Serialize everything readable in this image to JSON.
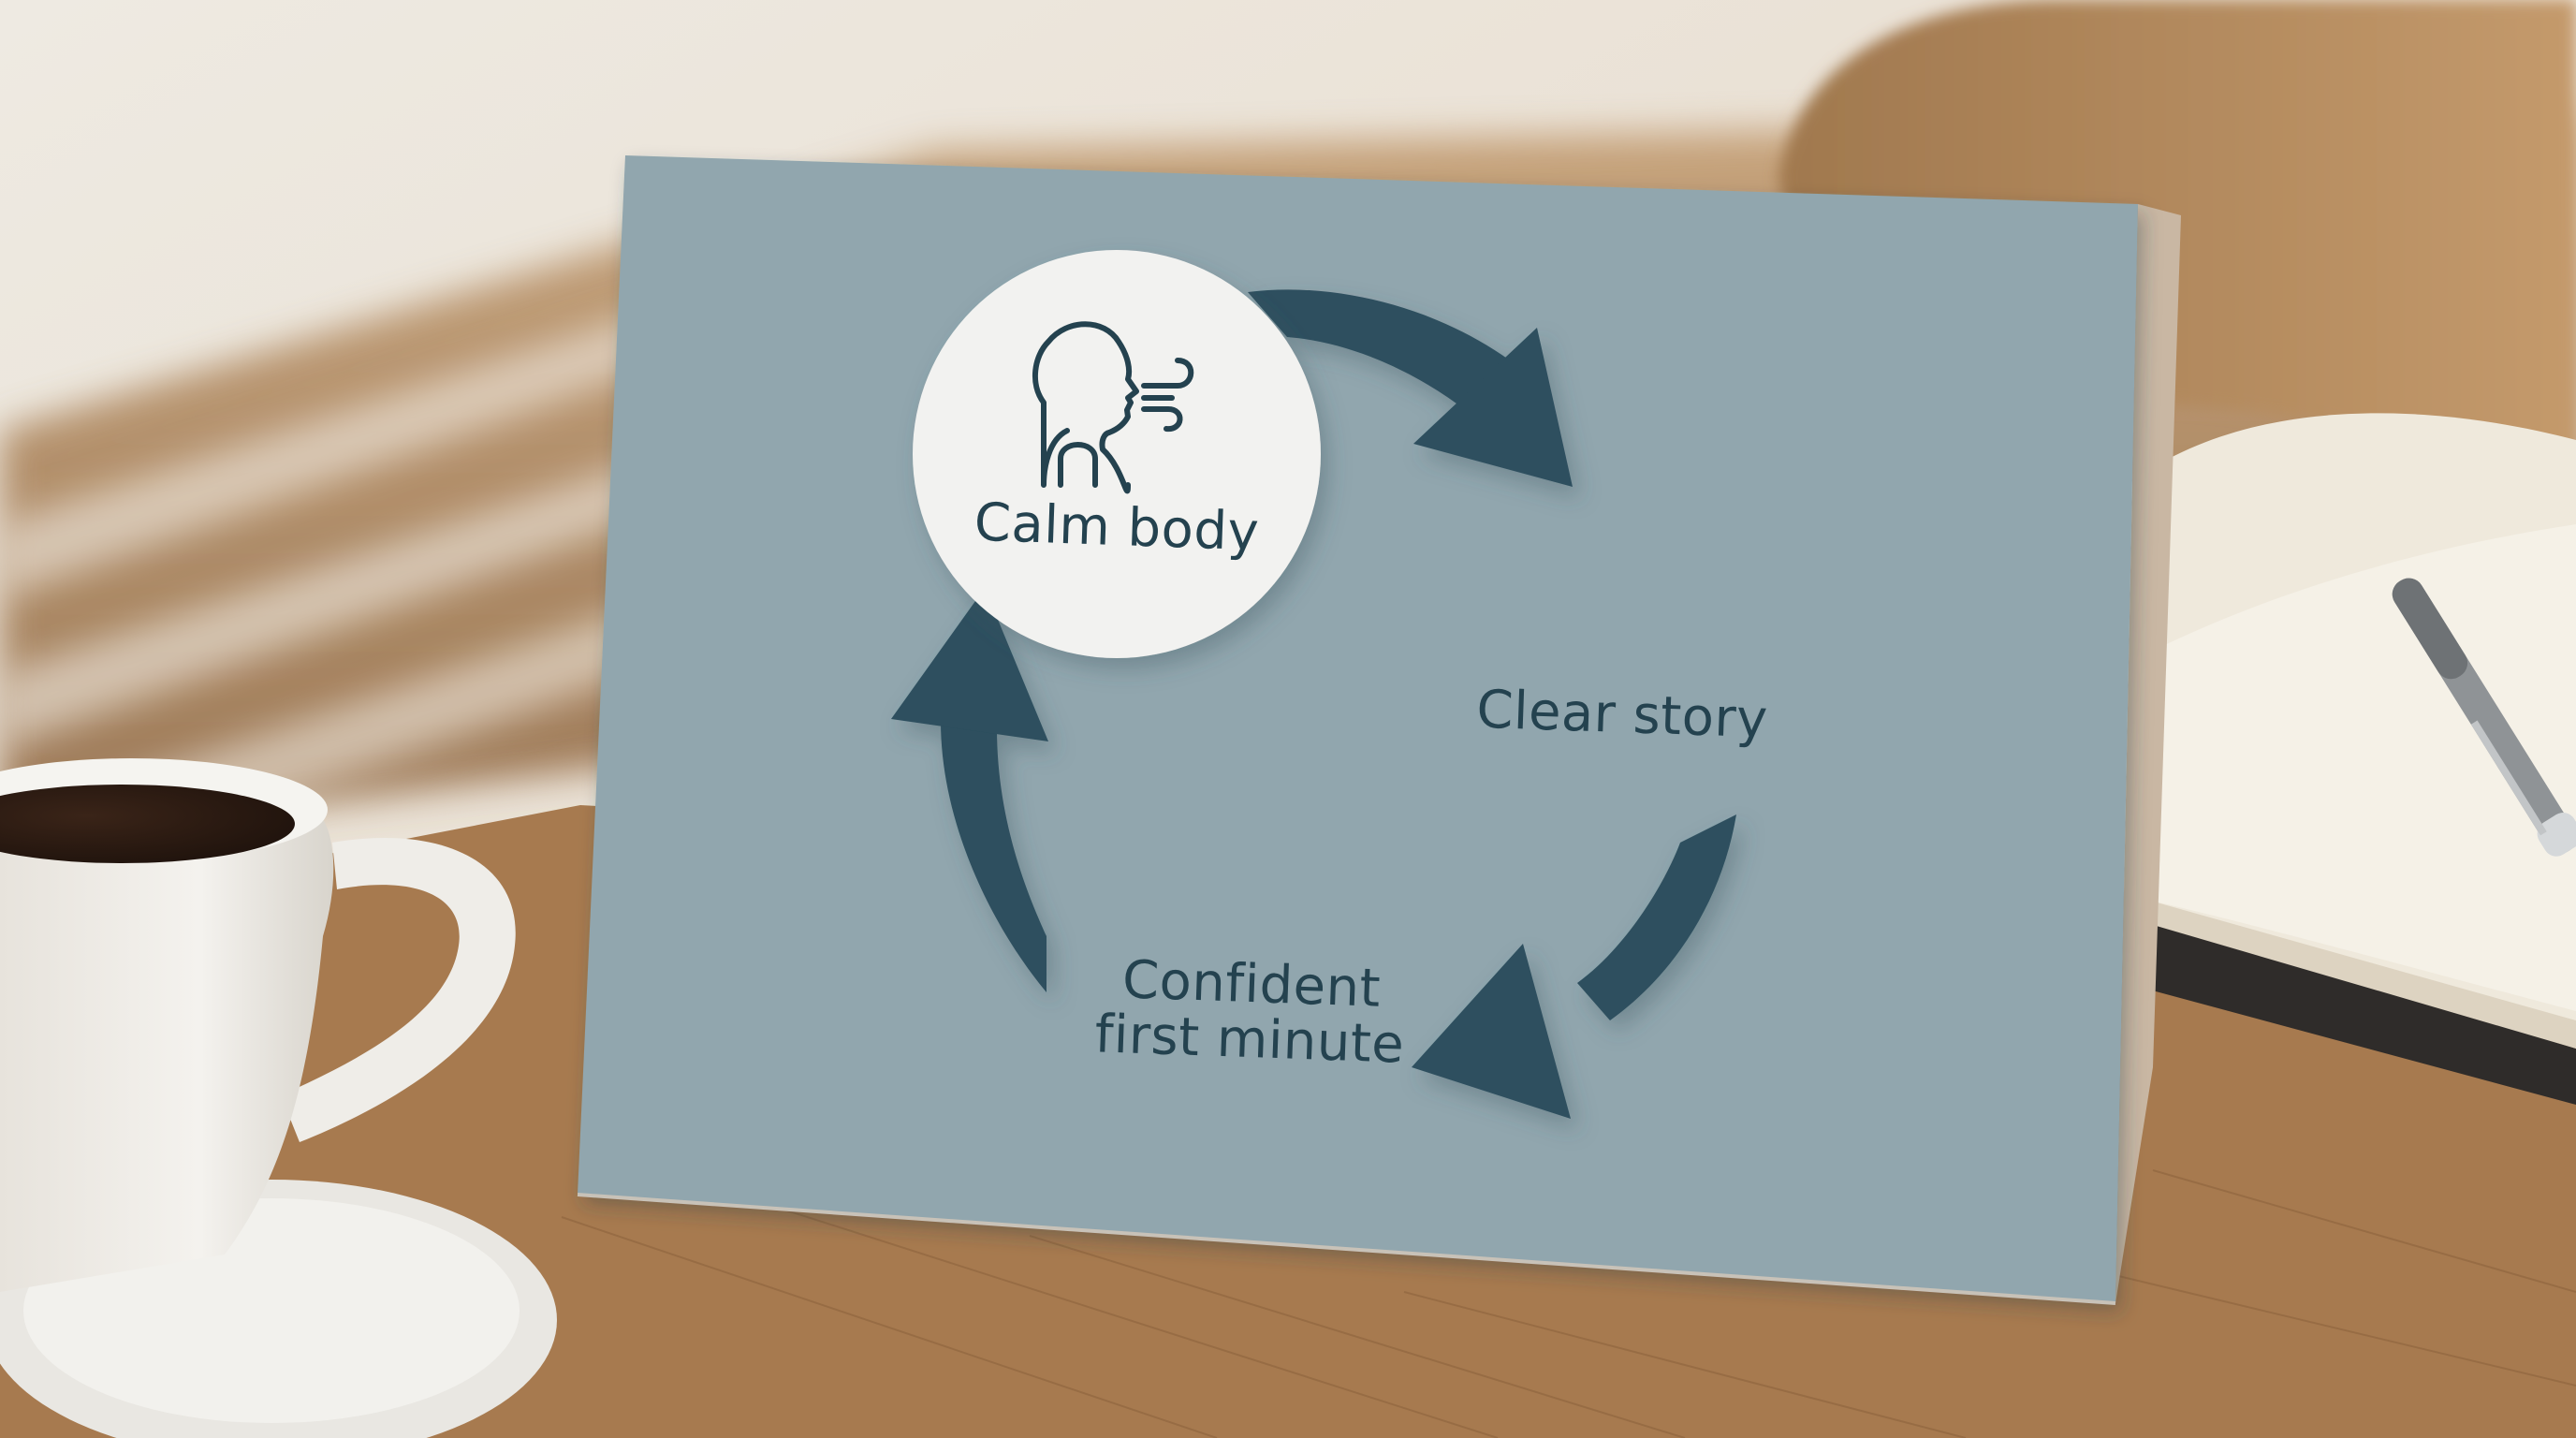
{
  "scene": {
    "description_items": [
      "tented greeting card",
      "coffee cup on saucer",
      "open notebook",
      "pen",
      "wooden table",
      "chair",
      "window light"
    ]
  },
  "card": {
    "background_color": "#91a6ae",
    "arrow_color": "#2d4f5e",
    "circle_color": "#f2f2f0",
    "text_color": "#24424f",
    "cycle": [
      {
        "id": "calm-body",
        "label": "Calm body",
        "icon": "breathing-person-icon"
      },
      {
        "id": "clear-story",
        "label": "Clear story",
        "icon": "resume-document-icon"
      },
      {
        "id": "confident-first-minute",
        "label_line1": "Confident",
        "label_line2": "first minute",
        "icon": "handshake-icon"
      }
    ],
    "arrows": [
      {
        "from": "Calm body",
        "to": "Clear story",
        "direction": "clockwise"
      },
      {
        "from": "Clear story",
        "to": "Confident first minute",
        "direction": "clockwise"
      },
      {
        "from": "Confident first minute",
        "to": "Calm body",
        "direction": "clockwise"
      }
    ]
  }
}
